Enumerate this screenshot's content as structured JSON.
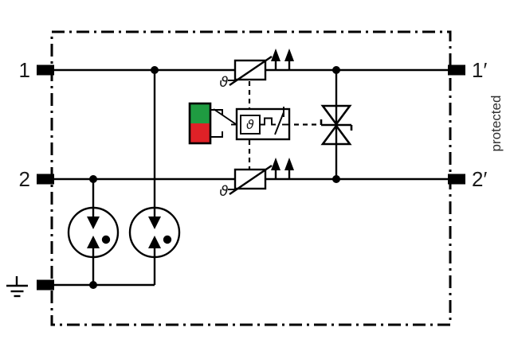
{
  "labels": {
    "terminal_1": "1",
    "terminal_2": "2",
    "terminal_1_protected": "1′",
    "terminal_2_protected": "2′",
    "protected_side": "protected",
    "theta": "ϑ"
  },
  "colors": {
    "indicator_green": "#1f9c41",
    "indicator_red": "#df2127"
  }
}
